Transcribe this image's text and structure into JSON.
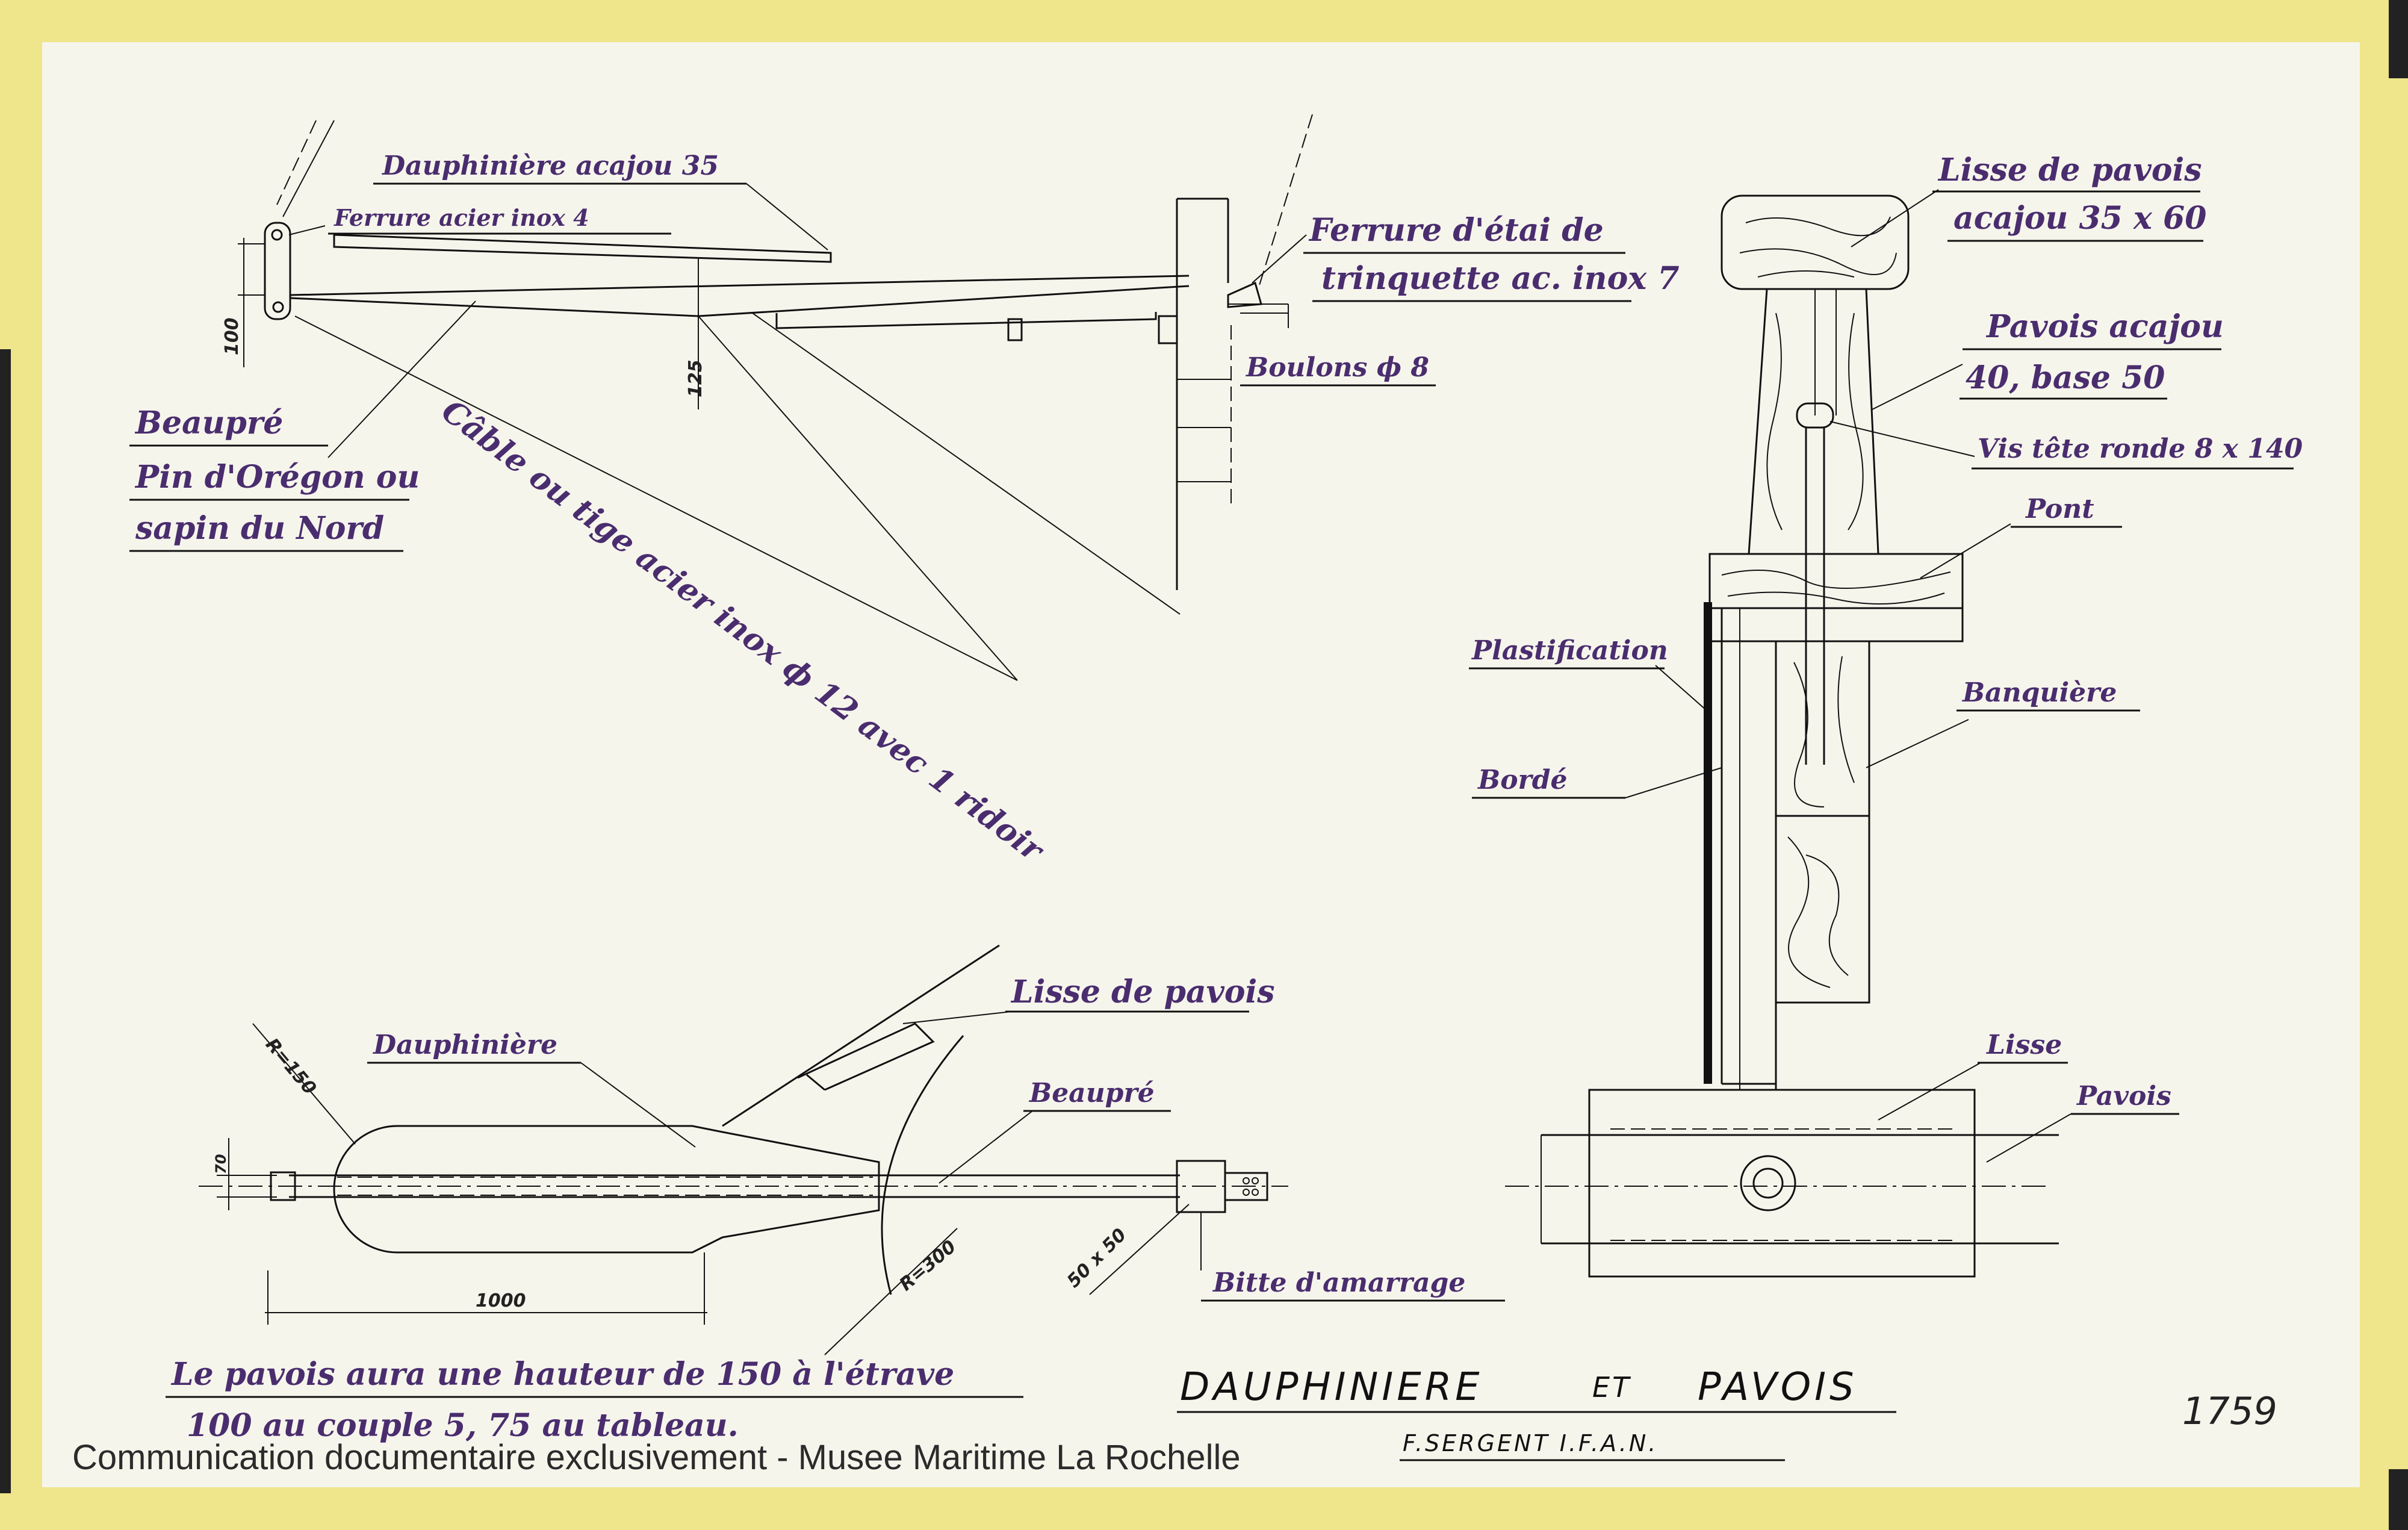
{
  "colors": {
    "paper": "#f6f5ec",
    "tape": "#efe58a",
    "ink": "#111111",
    "annotation_ink": "#4a2d6e"
  },
  "title": {
    "main_left": "DAUPHINIERE",
    "conjunction": "ET",
    "main_right": "PAVOIS",
    "author": "F.SERGENT I.F.A.N."
  },
  "plan_number": "1759",
  "watermark": "Communication documentaire exclusivement - Musee Maritime La Rochelle",
  "note": {
    "line1": "Le pavois aura une hauteur de 150 à l'étrave",
    "line2": "100 au couple 5, 75 au tableau."
  },
  "side_view": {
    "dauphiniere": "Dauphinière acajou 35",
    "ferrure": "Ferrure acier inox 4",
    "ferrure_etai_1": "Ferrure d'étai de",
    "ferrure_etai_2": "trinquette ac. inox 7",
    "boulons": "Boulons ϕ 8",
    "beaupre_1": "Beaupré",
    "beaupre_2": "Pin d'Orégon ou",
    "beaupre_3": "sapin du Nord",
    "cable": "Câble ou tige acier inox ϕ 12 avec 1 ridoir",
    "dim_100": "100",
    "dim_125": "125"
  },
  "plan_view": {
    "dauphiniere": "Dauphinière",
    "lisse_de_pavois": "Lisse de pavois",
    "beaupre": "Beaupré",
    "bitte": "Bitte d'amarrage",
    "r150": "R=150",
    "r300": "R=300",
    "dim_1000": "1000",
    "dim_70": "70",
    "dim_50x50": "50 x 50"
  },
  "section_view": {
    "lisse_1": "Lisse de pavois",
    "lisse_2": "acajou 35 x 60",
    "pavois_1": "Pavois acajou",
    "pavois_2": "40, base 50",
    "vis": "Vis tête ronde 8 x 140",
    "pont": "Pont",
    "plastification": "Plastification",
    "banquiere": "Banquière",
    "borde": "Bordé",
    "lisse": "Lisse",
    "pavois": "Pavois"
  }
}
